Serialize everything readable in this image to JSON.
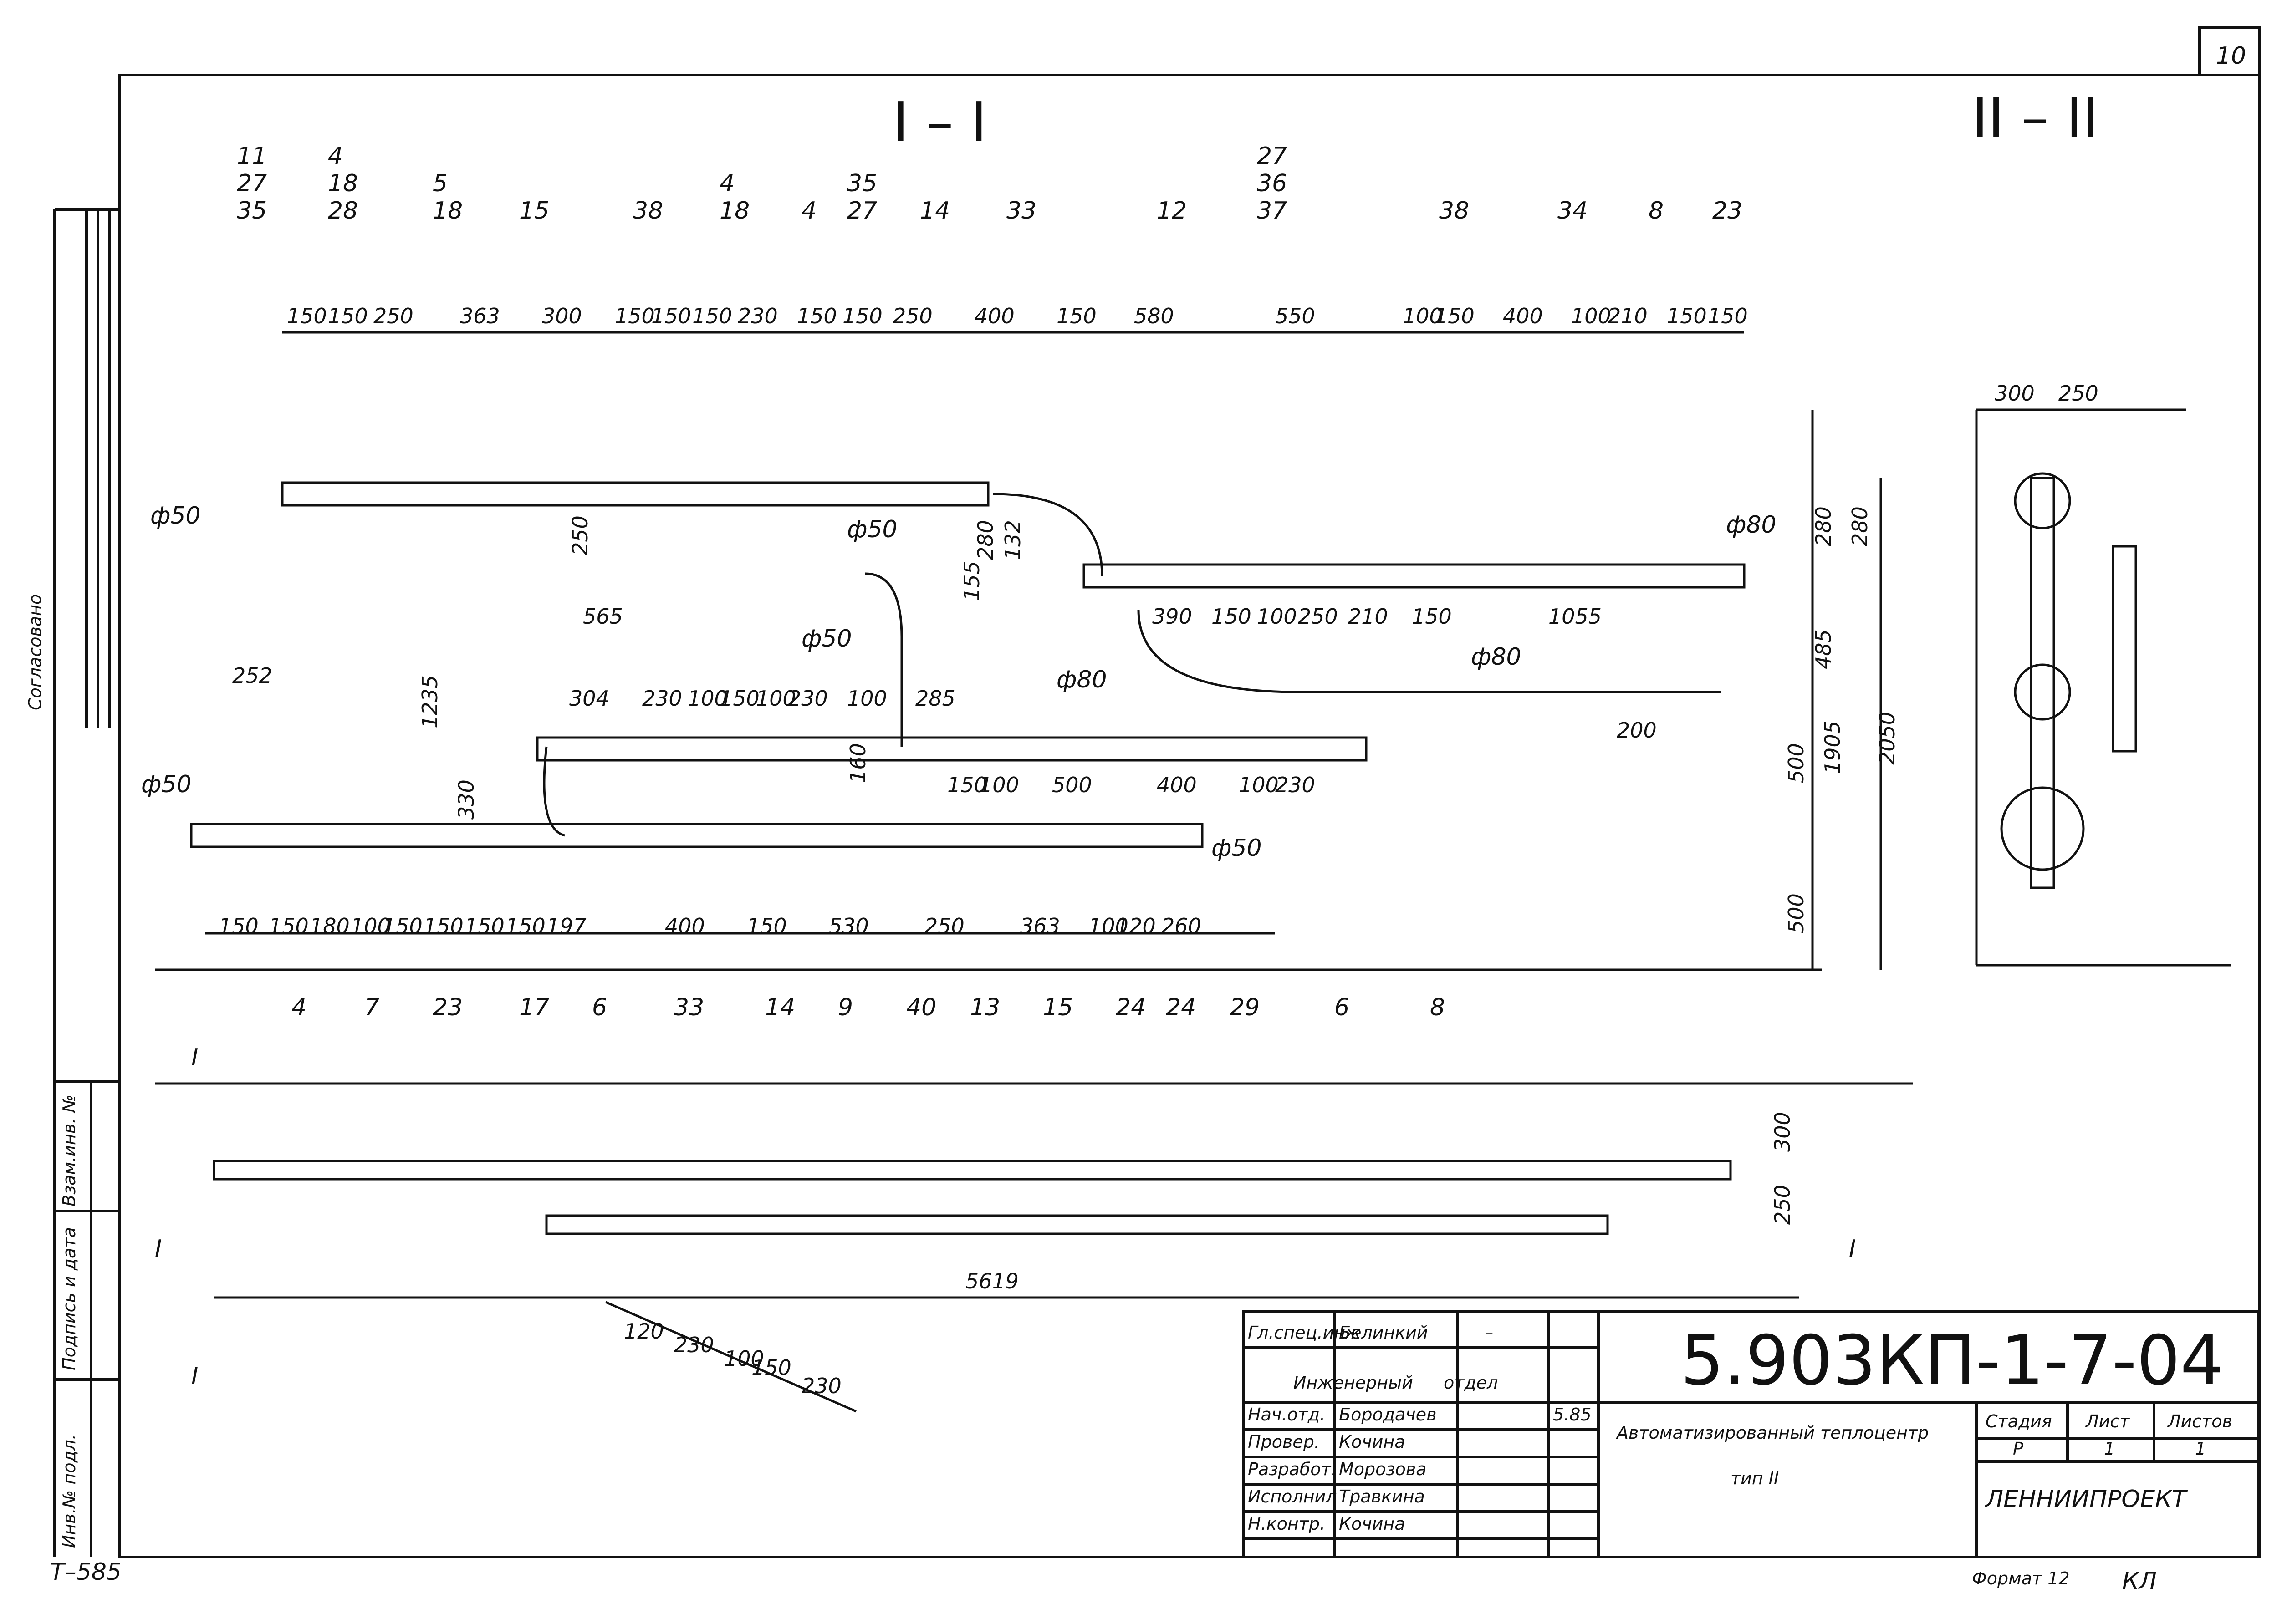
{
  "page_number": "10",
  "section_titles": {
    "s1": "I – I",
    "s2": "II – II"
  },
  "left_strip": {
    "approved": "Согласовано",
    "inv_replace": "Взам.инв. №",
    "sign_date": "Подпись и дата",
    "inv_orig": "Инв.№ подл."
  },
  "sheet_code_left": "Т–585",
  "leaders_top": [
    [
      "11",
      "27",
      "35"
    ],
    [
      "4",
      "18",
      "28"
    ],
    [
      "5",
      "18"
    ],
    [
      "15"
    ],
    [
      "38"
    ],
    [
      "4",
      "18"
    ],
    [
      "4"
    ],
    [
      "35",
      "27"
    ],
    [
      "14"
    ],
    [
      "33"
    ],
    [
      "12"
    ],
    [
      "27",
      "36",
      "37"
    ],
    [
      "38"
    ],
    [
      "34"
    ],
    [
      "8"
    ],
    [
      "23"
    ]
  ],
  "dims_top": [
    "150",
    "150",
    "250",
    "363",
    "300",
    "150",
    "150",
    "150",
    "230",
    "150",
    "150",
    "250",
    "400",
    "150",
    "580",
    "550",
    "100",
    "150",
    "400",
    "100",
    "210",
    "150",
    "150"
  ],
  "dims_mid": [
    "565",
    "252",
    "304",
    "230",
    "100",
    "150",
    "100",
    "230",
    "100",
    "285",
    "390",
    "150",
    "100",
    "250",
    "210",
    "150",
    "1055",
    "200",
    "150",
    "100",
    "500",
    "400",
    "100",
    "230"
  ],
  "dims_bottom": [
    "150",
    "150",
    "180",
    "100",
    "150",
    "150",
    "150",
    "150",
    "197",
    "400",
    "150",
    "530",
    "250",
    "363",
    "100",
    "120",
    "260"
  ],
  "dims_right": [
    "280",
    "280",
    "485",
    "500",
    "1905",
    "500",
    "2050",
    "1235",
    "330",
    "250",
    "280",
    "132",
    "155",
    "160"
  ],
  "pipe_diam": [
    "ф50",
    "ф50",
    "ф50",
    "ф50",
    "ф80",
    "ф80",
    "ф80",
    "ф50"
  ],
  "bottom_labels": [
    "4",
    "7",
    "23",
    "17",
    "6",
    "33",
    "14",
    "9",
    "40",
    "13",
    "15",
    "24",
    "24",
    "29",
    "6",
    "8"
  ],
  "plan": {
    "dims": [
      "120",
      "230",
      "100",
      "150",
      "230"
    ],
    "total": "5619",
    "dim300": "300",
    "dim250": "250",
    "mark": "I"
  },
  "side": {
    "dims": [
      "300",
      "250"
    ]
  },
  "title_block": {
    "code": "5.903КП-1-7-04",
    "roles": [
      "Гл.спец.инж",
      "Инженерный",
      "Нач.отд.",
      "Провер.",
      "Разработ.",
      "Исполнил",
      "Н.контр."
    ],
    "names": [
      "Белинкий",
      "отдел",
      "Бородачев",
      "Кочина",
      "Морозова",
      "Травкина",
      "Кочина"
    ],
    "date": "5.85",
    "dash": "–",
    "title_line1": "Автоматизированный теплоцентр",
    "title_line2": "тип II",
    "stage_h": "Стадия",
    "sheet_h": "Лист",
    "sheets_h": "Листов",
    "stage": "Р",
    "sheet": "1",
    "sheets": "1",
    "org": "ЛЕННИИПРОЕКТ",
    "format": "Формат 12",
    "initials": "КЛ"
  }
}
